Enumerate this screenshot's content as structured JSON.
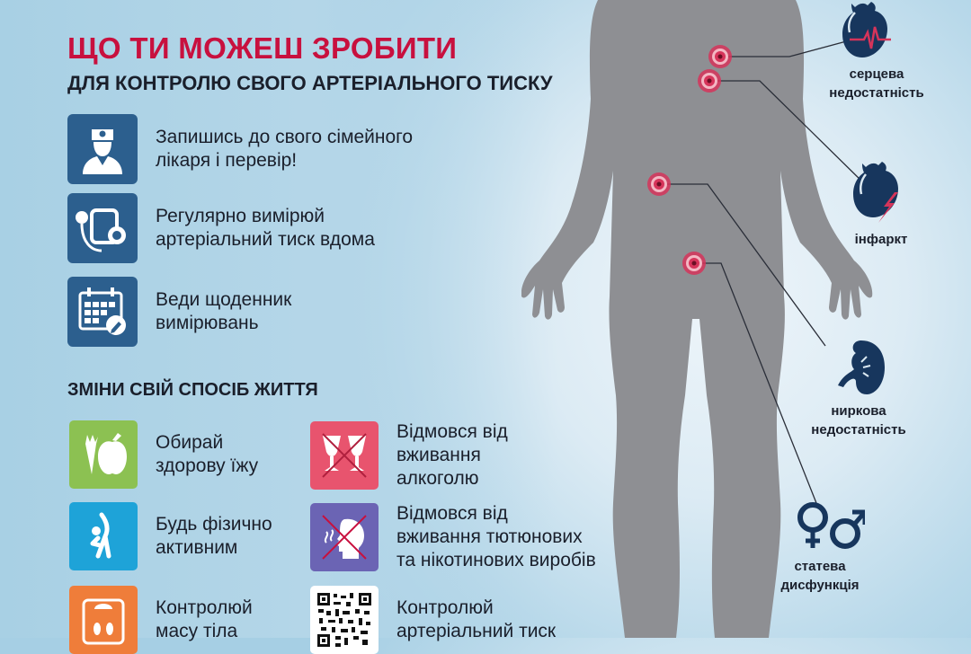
{
  "header": {
    "title": "ЩО ТИ МОЖЕШ ЗРОБИТИ",
    "subtitle": "ДЛЯ КОНТРОЛЮ СВОГО АРТЕРІАЛЬНОГО ТИСКУ"
  },
  "steps": [
    {
      "icon": "doctor-icon",
      "line1": "Запишись до свого сімейного",
      "line2": "лікаря і перевір!"
    },
    {
      "icon": "blood-pressure-monitor-icon",
      "line1": "Регулярно вимірюй",
      "line2": "артеріальний тиск вдома"
    },
    {
      "icon": "calendar-diary-icon",
      "line1": "Веди щоденник",
      "line2": "вимірювань"
    }
  ],
  "lifestyle": {
    "heading": "ЗМІНИ СВІЙ СПОСІБ ЖИТТЯ",
    "items": [
      {
        "icon": "healthy-food-icon",
        "color": "#8cc152",
        "line1": "Обирай",
        "line2": "здорову їжу",
        "line3": ""
      },
      {
        "icon": "no-alcohol-icon",
        "color": "#e8546e",
        "line1": "Відмовся від",
        "line2": "вживання",
        "line3": "алкоголю"
      },
      {
        "icon": "exercise-icon",
        "color": "#1ea3d8",
        "line1": "Будь фізично",
        "line2": "активним",
        "line3": ""
      },
      {
        "icon": "no-smoking-icon",
        "color": "#6b64b4",
        "line1": "Відмовся від",
        "line2": "вживання тютюнових",
        "line3": "та нікотинових виробів"
      },
      {
        "icon": "weight-scale-icon",
        "color": "#ef7d3a",
        "line1": "Контролюй",
        "line2": "масу тіла",
        "line3": ""
      },
      {
        "icon": "qr-code-icon",
        "color": "#ffffff",
        "line1": "Контролюй",
        "line2": "артеріальний тиск",
        "line3": ""
      }
    ]
  },
  "conditions": [
    {
      "icon": "heart-failure-icon",
      "line1": "серцева",
      "line2": "недостатність"
    },
    {
      "icon": "heart-attack-icon",
      "line1": "інфаркт",
      "line2": ""
    },
    {
      "icon": "kidney-icon",
      "line1": "ниркова",
      "line2": "недостатність"
    },
    {
      "icon": "gender-symbols-icon",
      "line1": "статева",
      "line2": "дисфункція"
    }
  ],
  "colors": {
    "title_red": "#c8103e",
    "navy": "#17365d",
    "icon_blue": "#2c5f8e",
    "silhouette": "#8e8f93",
    "target_red": "#d6345a"
  }
}
